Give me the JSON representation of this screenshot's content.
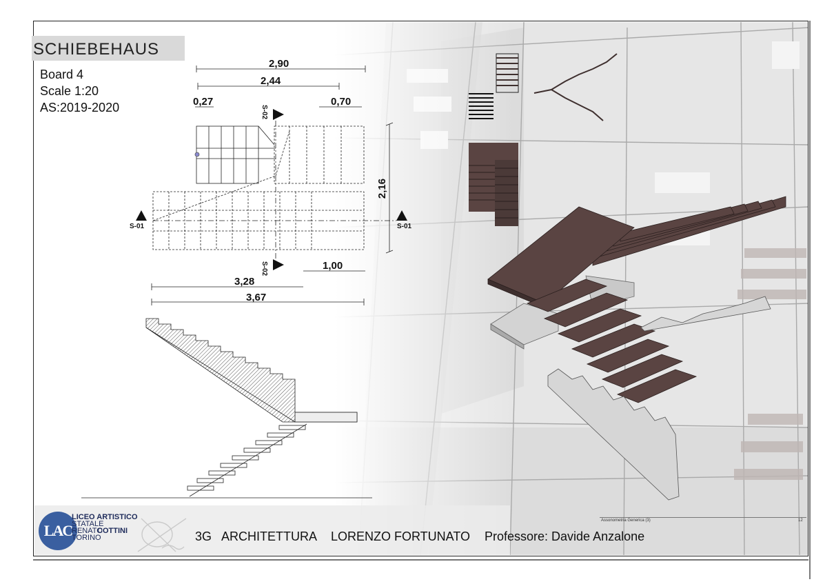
{
  "header": {
    "title": "SCHIEBEHAUS",
    "board": "Board 4",
    "scale": "Scale 1:20",
    "year": "AS:2019-2020"
  },
  "dimensions": {
    "d290": "2,90",
    "d244": "2,44",
    "d027": "0,27",
    "d070": "0,70",
    "d216": "2,16",
    "d100": "1,00",
    "d328": "3,28",
    "d367": "3,67"
  },
  "section_marks": {
    "s01": "S-01",
    "s02": "S-02"
  },
  "footer": {
    "school_line1": "LICEO ARTISTICO",
    "school_line2": "STATALE",
    "school_line3_a": "RENATO",
    "school_line3_b": "COTTINI",
    "school_line4": "TORINO",
    "logo_letters": "LAC",
    "class": "3G",
    "subject": "ARCHITETTURA",
    "student": "LORENZO FORTUNATO",
    "professor": "Professore: Davide Anzalone"
  },
  "view_label": {
    "name": "Assonometria Generica (3)",
    "number": "12"
  },
  "colors": {
    "step_brown": "#5a4442",
    "step_dark": "#3e2f2e",
    "concrete": "#c8c8c8",
    "logo_blue": "#3a5fa0",
    "title_bg": "#d9d9d9"
  }
}
